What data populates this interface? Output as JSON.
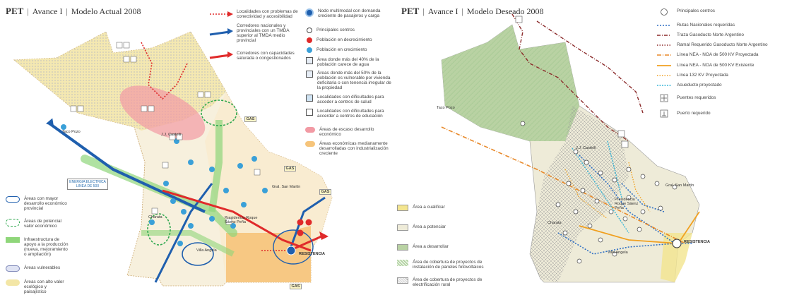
{
  "left": {
    "title": {
      "pet": "PET",
      "avance": "Avance I",
      "modelo": "Modelo Actual 2008"
    },
    "legend_top": [
      {
        "icon": "dotted-red-arrow-icon",
        "label": "Localidades con problemas de conectividad y accesibilidad"
      },
      {
        "icon": "blue-arrow-icon",
        "label": "Corredores nacionales y provinciales con un TMDA superior al TMDA medio provincial"
      },
      {
        "icon": "red-arrow-icon",
        "label": "Corredores con capacidades saturada o congestionados"
      }
    ],
    "legend_right": [
      {
        "icon": "multimodal-node-icon",
        "label": "Nodo multimodal con demanda creciente de pasajeros y carga"
      },
      {
        "icon": "white-circle-icon",
        "label": "Principales centros"
      },
      {
        "icon": "red-circle-icon",
        "label": "Población en decrecimiento"
      },
      {
        "icon": "blue-circle-icon",
        "label": "Población en crecimiento"
      },
      {
        "icon": "water-icon",
        "label": "Área donde más del 40% de la población carece de agua"
      },
      {
        "icon": "housing-icon",
        "label": "Áreas donde más del 50% de la población es vulnerable por vivienda deficitaria o con tenencia irregular de la propiedad"
      },
      {
        "icon": "health-icon",
        "label": "Localidades con dificultades para acceder a centros de salud"
      },
      {
        "icon": "education-icon",
        "label": "Localidades con dificultades para accerder a centros de educación"
      },
      {
        "icon": "pink-area-icon",
        "label": "Áreas de escaso desarrollo económico"
      },
      {
        "icon": "orange-area-icon",
        "label": "Áreas económicas medianamente desarrolladas con industrialización creciente"
      }
    ],
    "legend_bottom": [
      {
        "icon": "blue-outline-area-icon",
        "label": "Áreas con mayor desarrollo económico provincial"
      },
      {
        "icon": "green-dashed-area-icon",
        "label": "Áreas de potencial valor económico"
      },
      {
        "icon": "green-band-icon",
        "label": "Infraestructura de apoyo a la producción (nueva, mejoramiento o ampliación)"
      },
      {
        "icon": "dotted-area-icon",
        "label": "Áreas vulnerables"
      },
      {
        "icon": "yellow-area-icon",
        "label": "Áreas con alto valor ecológico y paisajístico"
      }
    ],
    "map_labels": {
      "taco_pozo": "Taco Pozo",
      "castelli": "J.J. Castelli",
      "san_martin": "Gral. San Martín",
      "presidencia": "Presidencia Roque Sáenz Peña",
      "charata": "Charata",
      "villa_angela": "Villa Angela",
      "resistencia": "RESISTENCIA",
      "energia": "ENERGIA ELECTRICA LINEA DE 500",
      "gas": "GAS"
    },
    "colors": {
      "blue": "#1f5fae",
      "red": "#e02a2a",
      "green": "#8fd67a",
      "pink": "#f29aa4",
      "orange": "#f6c47a",
      "yellow": "#f3e6a6"
    }
  },
  "right": {
    "title": {
      "pet": "PET",
      "avance": "Avance I",
      "modelo": "Modelo Deseado 2008"
    },
    "legend_top": [
      {
        "icon": "white-circle-icon",
        "label": "Principales centros"
      },
      {
        "icon": "blue-dotted-line-icon",
        "label": "Rutas Nacionales requeridas"
      },
      {
        "icon": "dashdot-brown-line-icon",
        "label": "Traza Gasoducto Norte Argentino"
      },
      {
        "icon": "dotted-brown-line-icon",
        "label": "Ramal Requerido Gasoducto Norte Argentino"
      },
      {
        "icon": "orange-dashed-line-icon",
        "label": "Línea NEA - NOA de 500 KV Proyectada"
      },
      {
        "icon": "orange-line-icon",
        "label": "Línea NEA - NOA de 500 KV Existente"
      },
      {
        "icon": "orange-dotted-line-icon",
        "label": "Línea 132 KV Proyectada"
      },
      {
        "icon": "cyan-dotted-line-icon",
        "label": "Acueducto proyectado"
      },
      {
        "icon": "bridge-icon",
        "label": "Puentes requeridos"
      },
      {
        "icon": "port-icon",
        "label": "Puerto requerido"
      }
    ],
    "legend_bottom": [
      {
        "icon": "yellow-swatch-icon",
        "label": "Área a cualificar"
      },
      {
        "icon": "cream-swatch-icon",
        "label": "Área a potenciar"
      },
      {
        "icon": "green-swatch-icon",
        "label": "Área a desarrollar"
      },
      {
        "icon": "green-hatch-swatch-icon",
        "label": "Área de cobertura de proyectos de instalación de paneles fotovoltaicos"
      },
      {
        "icon": "grid-hatch-swatch-icon",
        "label": "Área de cobertura de proyectos de electrificación rural"
      }
    ],
    "map_labels": {
      "taco_pozo": "Taco Pozo",
      "castelli": "J.J. Castelli",
      "san_martin": "Gral. San Martín",
      "presidencia": "Presidencia Roque Sáenz Peña",
      "charata": "Charata",
      "villa_angela": "Villa Angela",
      "resistencia": "RESISTENCIA"
    }
  }
}
